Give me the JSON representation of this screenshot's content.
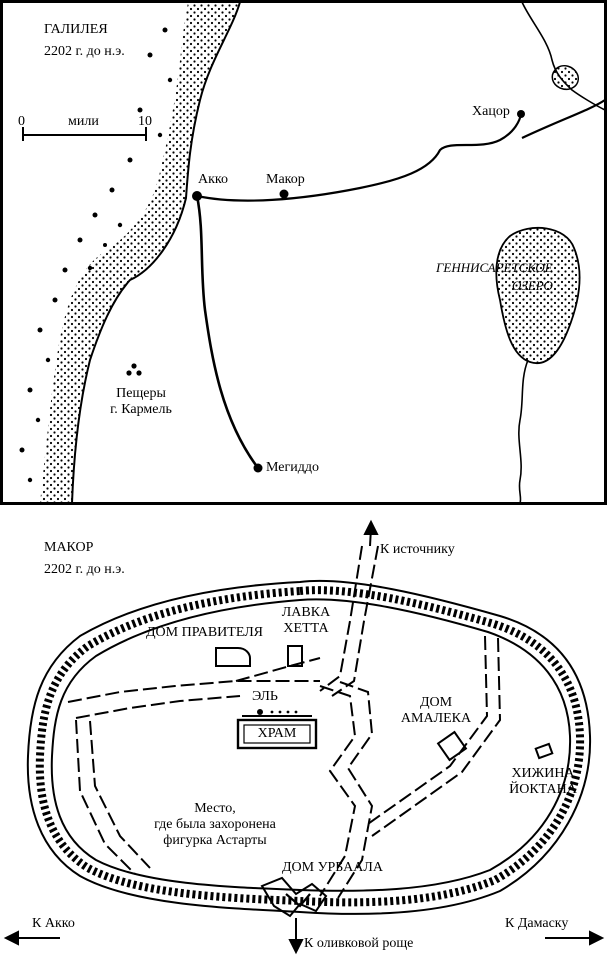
{
  "galilee_map": {
    "title": "ГАЛИЛЕЯ",
    "date": "2202 г. до н.э.",
    "scale": {
      "start": "0",
      "unit": "мили",
      "end": "10"
    },
    "places": {
      "akko": "Акко",
      "makor": "Макор",
      "hazor": "Хацор",
      "megiddo": "Мегиддо",
      "caves_line1": "Пещеры",
      "caves_line2": "г. Кармель",
      "lake_line1": "ГЕННИСАРЕТСКОЕ",
      "lake_line2": "ОЗЕРО"
    }
  },
  "makor_map": {
    "title": "МАКОР",
    "date": "2202 г. до н.э.",
    "labels": {
      "to_spring": "К источнику",
      "governor_house": "ДОМ ПРАВИТЕЛЯ",
      "hittite_shop_line1": "ЛАВКА",
      "hittite_shop_line2": "ХЕТТА",
      "el": "ЭЛЬ",
      "temple": "ХРАМ",
      "amalek_line1": "ДОМ",
      "amalek_line2": "АМАЛЕКА",
      "yoktan_line1": "ХИЖИНА",
      "yoktan_line2": "ЙОКТАНА",
      "place_line1": "Место,",
      "place_line2": "где была захоронена",
      "place_line3": "фигурка Астарты",
      "urbaal_house": "ДОМ УРБААЛА",
      "to_akko": "К Акко",
      "to_damascus": "К Дамаску",
      "to_olive_grove": "К оливковой роще"
    }
  }
}
